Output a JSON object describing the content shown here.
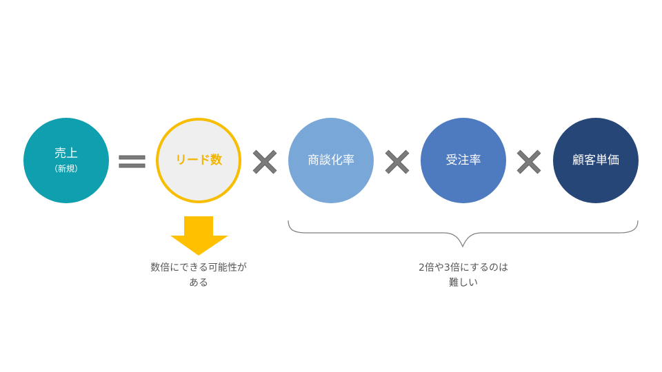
{
  "formula": {
    "result": {
      "label": "売上",
      "sublabel": "（新規）",
      "color": "#0f9fae"
    },
    "equals_symbol": "=",
    "factors": [
      {
        "label": "リード数",
        "fill": "#efefef",
        "border": "#f7bd00",
        "text_color": "#f2b400",
        "highlighted": true
      },
      {
        "label": "商談化率",
        "fill": "#78a7d8"
      },
      {
        "label": "受注率",
        "fill": "#4e7ac0"
      },
      {
        "label": "顧客単価",
        "fill": "#264678"
      }
    ],
    "multiply_symbol": "×",
    "operator_color": "#777777"
  },
  "annotations": {
    "lead": {
      "arrow": "down-arrow",
      "arrow_color": "#ffc000",
      "line1": "数倍にできる可能性が",
      "line2": "ある"
    },
    "others": {
      "bracket": "curly-brace",
      "line1": "2倍や3倍にするのは",
      "line2": "難しい"
    }
  }
}
